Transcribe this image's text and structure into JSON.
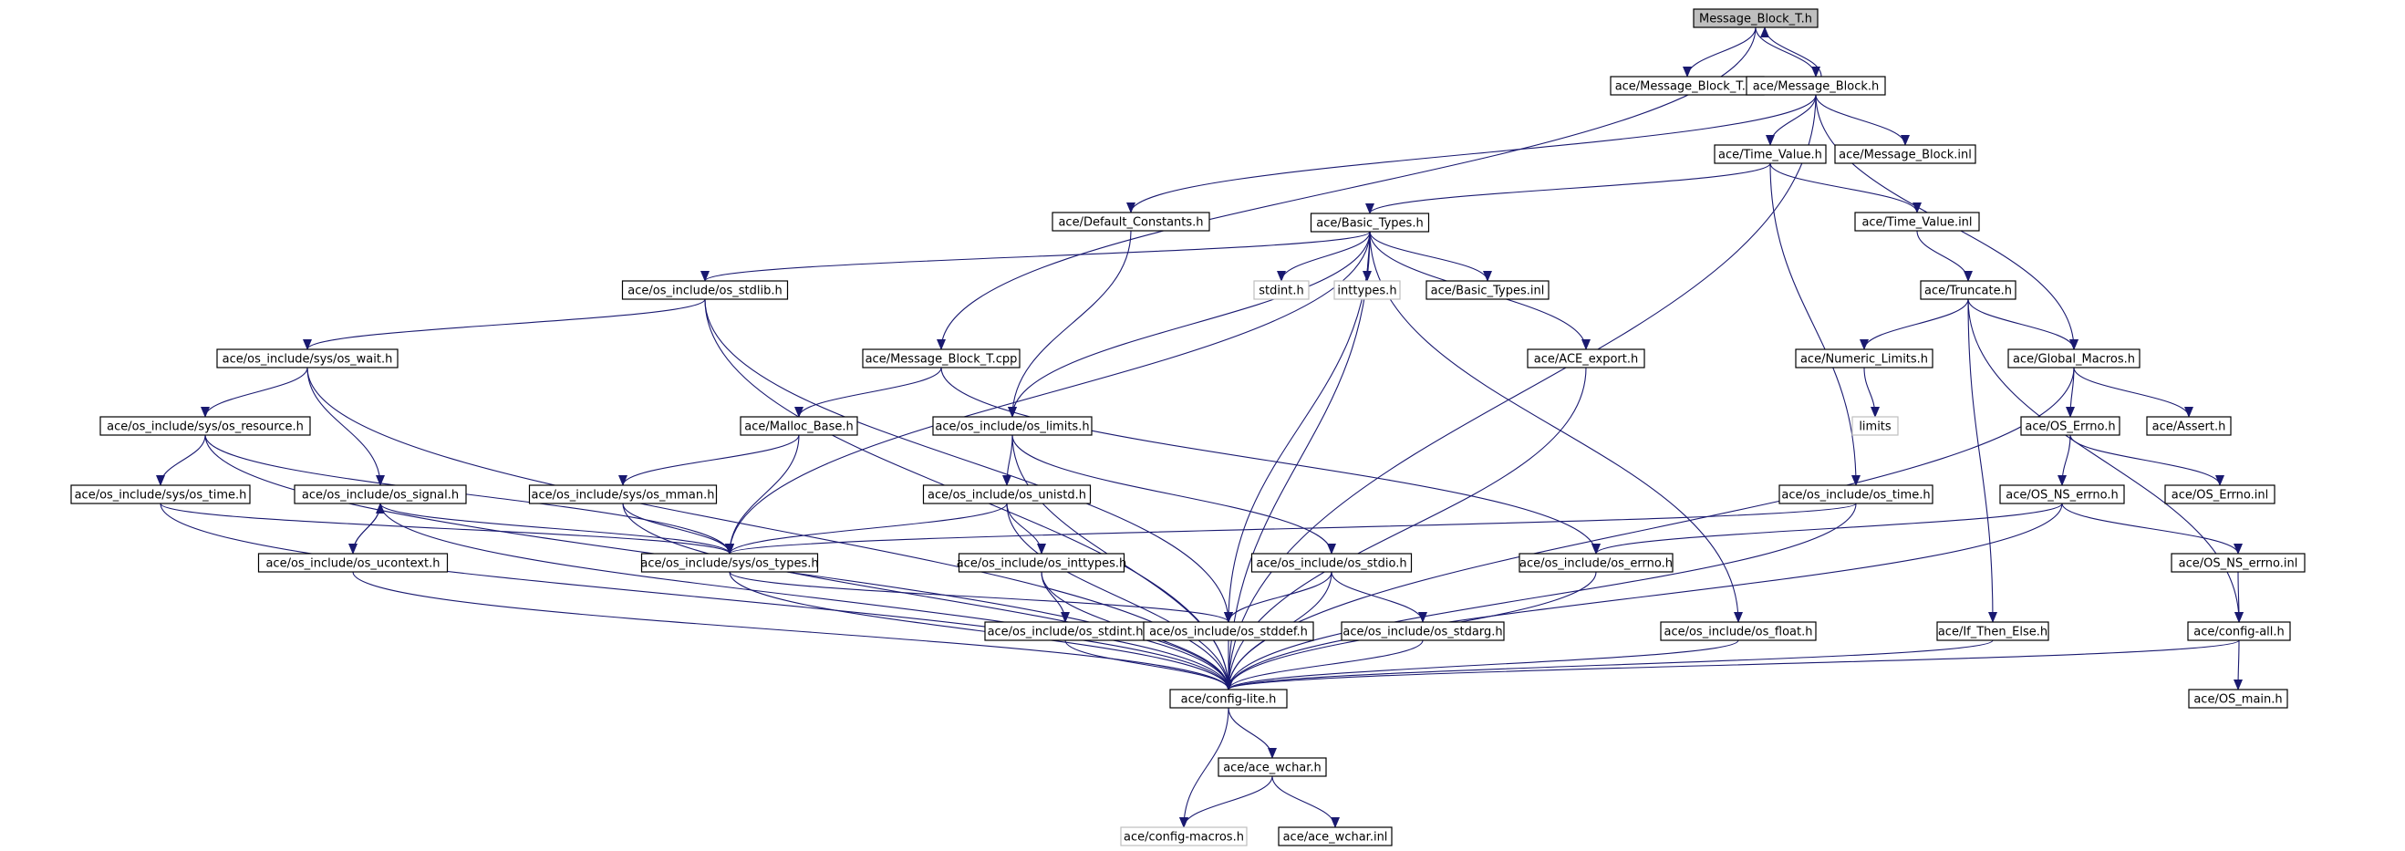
{
  "nodes": [
    {
      "id": "n0",
      "label": "Message_Block_T.h",
      "style": "root"
    },
    {
      "id": "n1",
      "label": "ace/Message_Block_T.inl",
      "style": "normal"
    },
    {
      "id": "n2",
      "label": "ace/Message_Block.h",
      "style": "normal"
    },
    {
      "id": "n3",
      "label": "ace/Time_Value.h",
      "style": "normal"
    },
    {
      "id": "n4",
      "label": "ace/Message_Block.inl",
      "style": "normal"
    },
    {
      "id": "n5",
      "label": "ace/Default_Constants.h",
      "style": "normal"
    },
    {
      "id": "n6",
      "label": "ace/Basic_Types.h",
      "style": "normal"
    },
    {
      "id": "n7",
      "label": "ace/Time_Value.inl",
      "style": "normal"
    },
    {
      "id": "n8",
      "label": "ace/os_include/os_stdlib.h",
      "style": "normal"
    },
    {
      "id": "n9",
      "label": "stdint.h",
      "style": "external"
    },
    {
      "id": "n10",
      "label": "inttypes.h",
      "style": "external"
    },
    {
      "id": "n11",
      "label": "ace/Basic_Types.inl",
      "style": "normal"
    },
    {
      "id": "n12",
      "label": "ace/Truncate.h",
      "style": "normal"
    },
    {
      "id": "n13",
      "label": "ace/os_include/sys/os_wait.h",
      "style": "normal"
    },
    {
      "id": "n14",
      "label": "ace/Message_Block_T.cpp",
      "style": "normal"
    },
    {
      "id": "n15",
      "label": "ace/ACE_export.h",
      "style": "normal"
    },
    {
      "id": "n16",
      "label": "ace/Numeric_Limits.h",
      "style": "normal"
    },
    {
      "id": "n17",
      "label": "ace/Global_Macros.h",
      "style": "normal"
    },
    {
      "id": "n18",
      "label": "ace/os_include/sys/os_resource.h",
      "style": "normal"
    },
    {
      "id": "n19",
      "label": "ace/Malloc_Base.h",
      "style": "normal"
    },
    {
      "id": "n20",
      "label": "ace/os_include/os_limits.h",
      "style": "normal"
    },
    {
      "id": "n21",
      "label": "limits",
      "style": "external"
    },
    {
      "id": "n22",
      "label": "ace/OS_Errno.h",
      "style": "normal"
    },
    {
      "id": "n23",
      "label": "ace/Assert.h",
      "style": "normal"
    },
    {
      "id": "n24",
      "label": "ace/os_include/sys/os_time.h",
      "style": "normal"
    },
    {
      "id": "n25",
      "label": "ace/os_include/os_signal.h",
      "style": "normal"
    },
    {
      "id": "n26",
      "label": "ace/os_include/sys/os_mman.h",
      "style": "normal"
    },
    {
      "id": "n27",
      "label": "ace/os_include/os_unistd.h",
      "style": "normal"
    },
    {
      "id": "n28",
      "label": "ace/os_include/os_time.h",
      "style": "normal"
    },
    {
      "id": "n29",
      "label": "ace/OS_NS_errno.h",
      "style": "normal"
    },
    {
      "id": "n30",
      "label": "ace/OS_Errno.inl",
      "style": "normal"
    },
    {
      "id": "n31",
      "label": "ace/os_include/os_ucontext.h",
      "style": "normal"
    },
    {
      "id": "n32",
      "label": "ace/os_include/sys/os_types.h",
      "style": "normal"
    },
    {
      "id": "n33",
      "label": "ace/os_include/os_inttypes.h",
      "style": "normal"
    },
    {
      "id": "n34",
      "label": "ace/os_include/os_stdio.h",
      "style": "normal"
    },
    {
      "id": "n35",
      "label": "ace/os_include/os_errno.h",
      "style": "normal"
    },
    {
      "id": "n36",
      "label": "ace/OS_NS_errno.inl",
      "style": "normal"
    },
    {
      "id": "n37",
      "label": "ace/os_include/os_stdint.h",
      "style": "normal"
    },
    {
      "id": "n38",
      "label": "ace/os_include/os_stddef.h",
      "style": "normal"
    },
    {
      "id": "n39",
      "label": "ace/os_include/os_stdarg.h",
      "style": "normal"
    },
    {
      "id": "n40",
      "label": "ace/os_include/os_float.h",
      "style": "normal"
    },
    {
      "id": "n41",
      "label": "ace/If_Then_Else.h",
      "style": "normal"
    },
    {
      "id": "n42",
      "label": "ace/config-all.h",
      "style": "normal"
    },
    {
      "id": "n43",
      "label": "ace/config-lite.h",
      "style": "normal"
    },
    {
      "id": "n44",
      "label": "ace/OS_main.h",
      "style": "normal"
    },
    {
      "id": "n45",
      "label": "ace/ace_wchar.h",
      "style": "normal"
    },
    {
      "id": "n46",
      "label": "ace/config-macros.h",
      "style": "external"
    },
    {
      "id": "n47",
      "label": "ace/ace_wchar.inl",
      "style": "normal"
    }
  ],
  "edges": [
    [
      "n0",
      "n1"
    ],
    [
      "n0",
      "n2"
    ],
    [
      "n0",
      "n14"
    ],
    [
      "n2",
      "n0"
    ],
    [
      "n2",
      "n3"
    ],
    [
      "n2",
      "n4"
    ],
    [
      "n2",
      "n5"
    ],
    [
      "n2",
      "n17"
    ],
    [
      "n2",
      "n43"
    ],
    [
      "n3",
      "n6"
    ],
    [
      "n3",
      "n7"
    ],
    [
      "n3",
      "n28"
    ],
    [
      "n5",
      "n20"
    ],
    [
      "n6",
      "n8"
    ],
    [
      "n6",
      "n9"
    ],
    [
      "n6",
      "n10"
    ],
    [
      "n6",
      "n11"
    ],
    [
      "n6",
      "n15"
    ],
    [
      "n6",
      "n20"
    ],
    [
      "n6",
      "n32"
    ],
    [
      "n6",
      "n38"
    ],
    [
      "n6",
      "n40"
    ],
    [
      "n6",
      "n43"
    ],
    [
      "n7",
      "n12"
    ],
    [
      "n8",
      "n13"
    ],
    [
      "n8",
      "n38"
    ],
    [
      "n8",
      "n43"
    ],
    [
      "n12",
      "n16"
    ],
    [
      "n12",
      "n17"
    ],
    [
      "n12",
      "n41"
    ],
    [
      "n12",
      "n42"
    ],
    [
      "n13",
      "n18"
    ],
    [
      "n13",
      "n25"
    ],
    [
      "n13",
      "n43"
    ],
    [
      "n14",
      "n19"
    ],
    [
      "n14",
      "n35"
    ],
    [
      "n15",
      "n43"
    ],
    [
      "n16",
      "n21"
    ],
    [
      "n17",
      "n22"
    ],
    [
      "n17",
      "n23"
    ],
    [
      "n17",
      "n43"
    ],
    [
      "n18",
      "n24"
    ],
    [
      "n18",
      "n32"
    ],
    [
      "n18",
      "n43"
    ],
    [
      "n19",
      "n26"
    ],
    [
      "n19",
      "n32"
    ],
    [
      "n20",
      "n27"
    ],
    [
      "n20",
      "n34"
    ],
    [
      "n20",
      "n43"
    ],
    [
      "n22",
      "n29"
    ],
    [
      "n22",
      "n30"
    ],
    [
      "n24",
      "n32"
    ],
    [
      "n24",
      "n43"
    ],
    [
      "n25",
      "n31"
    ],
    [
      "n25",
      "n32"
    ],
    [
      "n25",
      "n43"
    ],
    [
      "n26",
      "n32"
    ],
    [
      "n26",
      "n43"
    ],
    [
      "n27",
      "n32"
    ],
    [
      "n27",
      "n33"
    ],
    [
      "n27",
      "n43"
    ],
    [
      "n28",
      "n32"
    ],
    [
      "n28",
      "n43"
    ],
    [
      "n29",
      "n35"
    ],
    [
      "n29",
      "n36"
    ],
    [
      "n29",
      "n43"
    ],
    [
      "n31",
      "n25"
    ],
    [
      "n31",
      "n43"
    ],
    [
      "n32",
      "n38"
    ],
    [
      "n32",
      "n43"
    ],
    [
      "n33",
      "n37"
    ],
    [
      "n33",
      "n43"
    ],
    [
      "n34",
      "n38"
    ],
    [
      "n34",
      "n39"
    ],
    [
      "n34",
      "n43"
    ],
    [
      "n35",
      "n43"
    ],
    [
      "n36",
      "n42"
    ],
    [
      "n37",
      "n43"
    ],
    [
      "n38",
      "n43"
    ],
    [
      "n39",
      "n43"
    ],
    [
      "n40",
      "n43"
    ],
    [
      "n41",
      "n43"
    ],
    [
      "n42",
      "n43"
    ],
    [
      "n42",
      "n44"
    ],
    [
      "n43",
      "n45"
    ],
    [
      "n43",
      "n46"
    ],
    [
      "n45",
      "n46"
    ],
    [
      "n45",
      "n47"
    ]
  ],
  "colors": {
    "edge": "#191970",
    "node_border": "#000000",
    "root_fill": "#bfbfbf",
    "external_border": "#bfbfbf",
    "node_fill": "#ffffff"
  }
}
